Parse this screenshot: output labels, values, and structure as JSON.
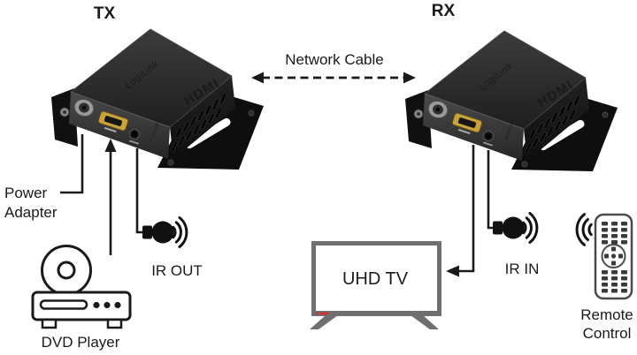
{
  "diagram": {
    "tx_label": "TX",
    "rx_label": "RX",
    "network_cable_label": "Network Cable",
    "power_adapter_line1": "Power",
    "power_adapter_line2": "Adapter",
    "ir_out_label": "IR OUT",
    "ir_in_label": "IR IN",
    "dvd_player_label": "DVD Player",
    "uhd_tv_label": "UHD TV",
    "remote_control_line1": "Remote",
    "remote_control_line2": "Control"
  },
  "devices": {
    "tx": {
      "brand": "LogiLink",
      "side_logo": "HDMI",
      "role": "Transmitter"
    },
    "rx": {
      "brand": "LogiLink",
      "side_logo": "HDMI",
      "role": "Receiver"
    }
  },
  "colors": {
    "line": "#1a1a1a",
    "device_body": "#1f1f1f",
    "hdmi_port_gold": "#c9a23a",
    "tv_frame": "#6f6f6f",
    "tv_indicator_red": "#d03030",
    "background": "#ffffff"
  }
}
